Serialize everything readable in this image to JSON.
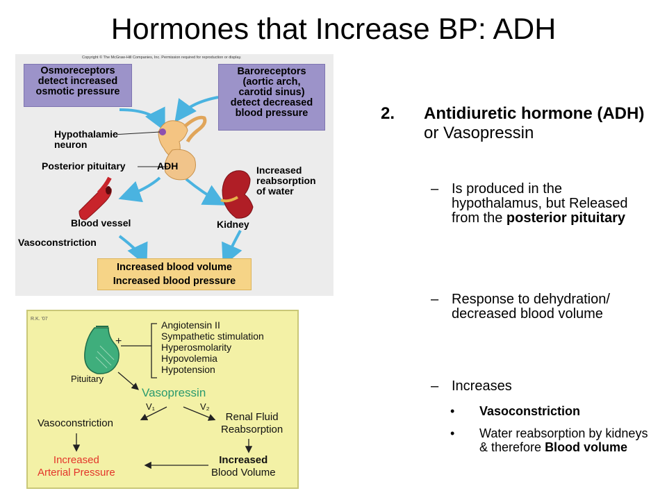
{
  "slide": {
    "title": "Hormones that Increase BP: ADH"
  },
  "figure1": {
    "copyright": "Copyright © The McGraw-Hill Companies, Inc. Permission required for reproduction or display.",
    "osmoreceptors_box": [
      "Osmoreceptors",
      "detect increased",
      "osmotic pressure"
    ],
    "baroreceptors_box": [
      "Baroreceptors",
      "(aortic arch,",
      "carotid sinus)",
      "detect decreased",
      "blood pressure"
    ],
    "hypothalamic_neuron": [
      "Hypothalamic",
      "neuron"
    ],
    "posterior_pituitary": "Posterior pituitary",
    "adh": "ADH",
    "increased_reabsorption": [
      "Increased",
      "reabsorption",
      "of water"
    ],
    "blood_vessel": "Blood vessel",
    "kidney": "Kidney",
    "vasoconstriction": "Vasoconstriction",
    "result_box": [
      "Increased blood volume",
      "Increased blood pressure"
    ]
  },
  "figure2": {
    "signature": "R.K. '07",
    "stimuli": [
      "Angiotensin II",
      "Sympathetic stimulation",
      "Hyperosmolarity",
      "Hypovolemia",
      "Hypotension"
    ],
    "plus": "+",
    "pituitary": "Pituitary",
    "vasopressin": "Vasopressin",
    "v1": "V₁",
    "v2": "V₂",
    "vasoconstriction": "Vasoconstriction",
    "renal_fluid": [
      "Renal Fluid",
      "Reabsorption"
    ],
    "increased_arterial": [
      "Increased",
      "Arterial Pressure"
    ],
    "increased_blood_volume": [
      "Increased",
      "Blood Volume"
    ]
  },
  "content": {
    "point_number": "2.",
    "point_bold": "Antidiuretic hormone (ADH)",
    "point_rest": " or Vasopressin",
    "sub1_dash": "–",
    "sub1_text": "Is produced in the hypothalamus, but Released from the ",
    "sub1_bold": "posterior pituitary",
    "sub2_dash": "–",
    "sub2_text": "Response to dehydration/ decreased blood volume",
    "sub3_dash": "–",
    "sub3_text": "Increases",
    "bullet_char": "•",
    "bullet1_bold": "Vasoconstriction",
    "bullet2_text": "Water reabsorption by kidneys & therefore ",
    "bullet2_bold": "Blood volume"
  },
  "colors": {
    "purple_box": "#9c93c9",
    "yellow_box": "#f6d487",
    "arrow_blue": "#4ab3e0",
    "fig2_background": "#f3f1a6",
    "vasopressin_green": "#2a9a6e",
    "arterial_red": "#e3342a"
  }
}
